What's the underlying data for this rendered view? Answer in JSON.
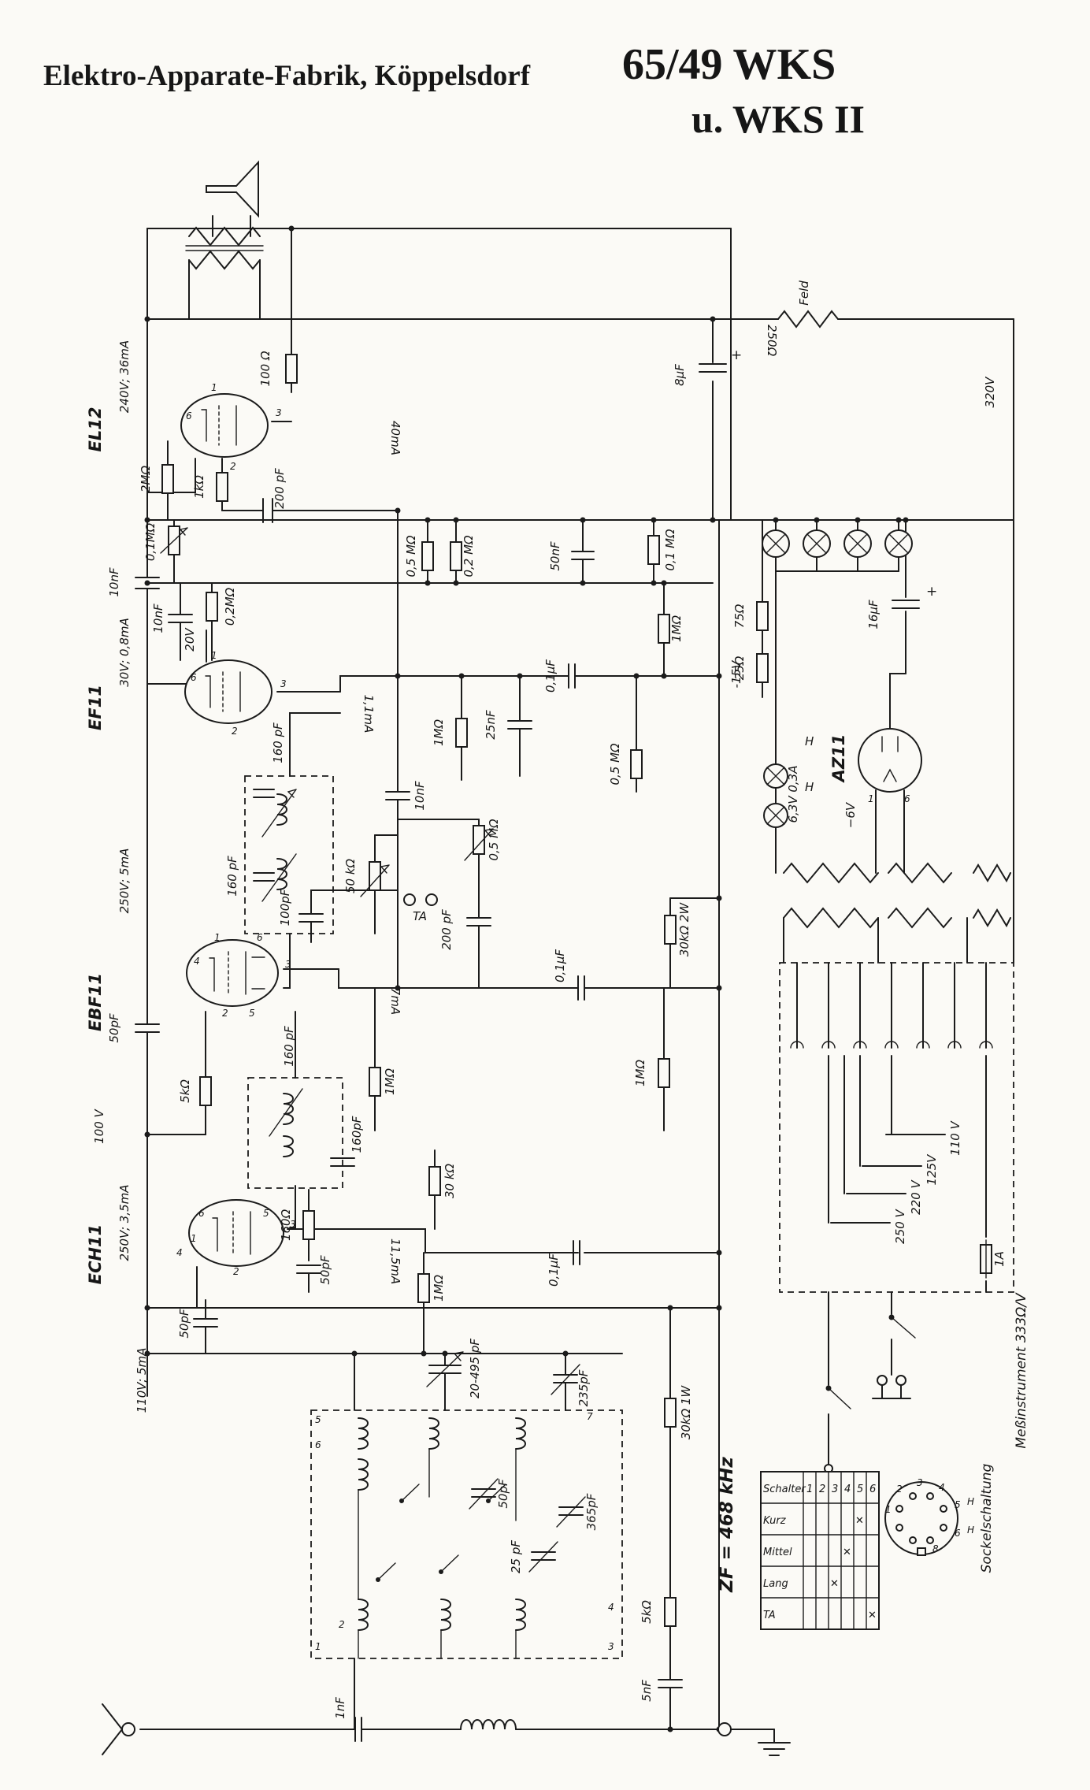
{
  "title": {
    "maker": "Elektro-Apparate-Fabrik, Köppelsdorf",
    "model": "65/49 WKS",
    "model2": "u. WKS II"
  },
  "tubes": {
    "el12": "EL12",
    "ef11": "EF11",
    "ebf11": "EBF11",
    "ech11": "ECH11",
    "az11": "AZ11"
  },
  "supply": {
    "el12": "240V; 36mA",
    "ef11": "30V; 0,8mA",
    "ebf11": "250V; 5mA",
    "ech11": "250V; 3,5mA",
    "osc": "110V; 5mA",
    "agc": "100 V"
  },
  "labels": {
    "r100": "100 Ω",
    "r2m": "2MΩ",
    "pot01m": "0,1MΩ",
    "r1k": "1kΩ",
    "c200a": "200 pF",
    "i40ma": "40mA",
    "c10na": "10nF",
    "r02ma": "0,2MΩ",
    "c10nb": "10nF",
    "r05m_a": "0,5 MΩ",
    "r02m_b": "0,2 MΩ",
    "c50n": "50nF",
    "r01m": "0,1 MΩ",
    "c8uf": "8μF",
    "plus_a": "+",
    "feld": "Feld",
    "r250": "250Ω",
    "v320": "320V",
    "c16uf": "16μF",
    "plus_b": "+",
    "r75": "75Ω",
    "r25": "25Ω",
    "v20": "20V",
    "c01uf_a": "0,1μF",
    "c25n": "25nF",
    "r1m_a": "1MΩ",
    "v_neg15": "-15V",
    "i11ma": "1,1mA",
    "r1m_b": "1MΩ",
    "r05m_b": "0,5 MΩ",
    "heater": "6,3V 0,3A",
    "h_a": "H",
    "h_b": "H",
    "v_neg6": "−6V",
    "c160a": "160 pF",
    "c160b": "160 pF",
    "c10nc": "10nF",
    "r05m_c": "0,5 MΩ",
    "r50k": "50 kΩ",
    "ta": "TA",
    "c200b": "200 pF",
    "r30k2w": "30kΩ 2W",
    "c100p": "100pF",
    "c01uf_b": "0,1μF",
    "i7ma": "7mA",
    "c50pa": "50pF",
    "c160c": "160 pF",
    "r5k_a": "5kΩ",
    "r1m_c": "1MΩ",
    "r1m_d": "1MΩ",
    "c160d": "160pF",
    "r30k_a": "30 kΩ",
    "r160": "160Ω",
    "c50pb": "50pF",
    "i115ma": "11,5mA",
    "r1m_e": "1MΩ",
    "c01uf_c": "0,1μF",
    "c50pc": "50pF",
    "c_var": "20-495 pF",
    "c235p": "235pF",
    "r30k1w": "30kΩ 1W",
    "c50pd": "50pF",
    "c365p": "365pF",
    "c25p": "25 pF",
    "zf": "ZF = 468 kHz",
    "r5k_b": "5kΩ",
    "c5n": "5nF",
    "c1n": "1nF",
    "meter": "Meßinstrument 333Ω/V",
    "socket_title": "Sockelschaltung",
    "tap110": "110 V",
    "tap125": "125V",
    "tap220": "220 V",
    "tap250": "250 V",
    "fuse": "1A"
  },
  "pins": {
    "el12": [
      "6",
      "1",
      "3",
      "2"
    ],
    "ef11": [
      "6",
      "1",
      "3",
      "2"
    ],
    "ebf11": [
      "4",
      "1",
      "6",
      "3",
      "2",
      "5"
    ],
    "ech11": [
      "6",
      "5",
      "1",
      "4",
      "3",
      "2"
    ],
    "az11": [
      "1",
      "6"
    ],
    "tuner": [
      "5",
      "6",
      "1",
      "2",
      "3",
      "4",
      "7"
    ],
    "socket": [
      "1",
      "2",
      "3",
      "4",
      "5",
      "6",
      "8"
    ],
    "socket_h": [
      "H",
      "H"
    ]
  },
  "switch_table": {
    "header": [
      "Schalter",
      "1",
      "2",
      "3",
      "4",
      "5",
      "6"
    ],
    "rows": [
      [
        "Kurz",
        "",
        "",
        "",
        "",
        "✕",
        ""
      ],
      [
        "Mittel",
        "",
        "",
        "",
        "✕",
        "",
        ""
      ],
      [
        "Lang",
        "",
        "",
        "✕",
        "",
        "",
        ""
      ],
      [
        "TA",
        "",
        "",
        "",
        "",
        "",
        "✕"
      ]
    ]
  }
}
